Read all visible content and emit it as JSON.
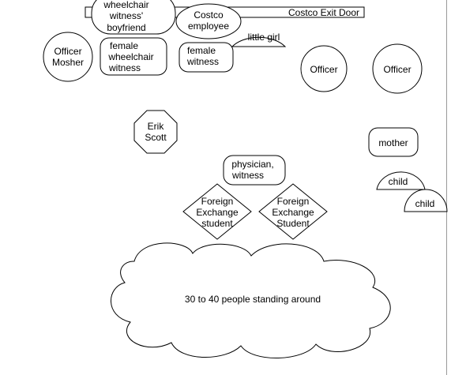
{
  "door": {
    "label": "Costco Exit Door"
  },
  "people": {
    "wheelchair_boyfriend": [
      "wheelchair",
      "witness'",
      "boyfriend"
    ],
    "costco_employee": [
      "Costco",
      "employee"
    ],
    "little_girl": [
      "little girl"
    ],
    "officer_mosher": [
      "Officer",
      "Mosher"
    ],
    "female_wheelchair_witness": [
      "female",
      "wheelchair",
      "witness"
    ],
    "female_witness": [
      "female",
      "witness"
    ],
    "officer_1": [
      "Officer"
    ],
    "officer_2": [
      "Officer"
    ],
    "erik_scott": [
      "Erik",
      "Scott"
    ],
    "mother": [
      "mother"
    ],
    "physician_witness": [
      "physician,",
      "witness"
    ],
    "child_1": [
      "child"
    ],
    "child_2": [
      "child"
    ],
    "foreign_student_1": [
      "Foreign",
      "Exchange",
      "student"
    ],
    "foreign_student_2": [
      "Foreign",
      "Exchange",
      "Student"
    ]
  },
  "crowd": {
    "label": "30 to 40 people standing around"
  }
}
